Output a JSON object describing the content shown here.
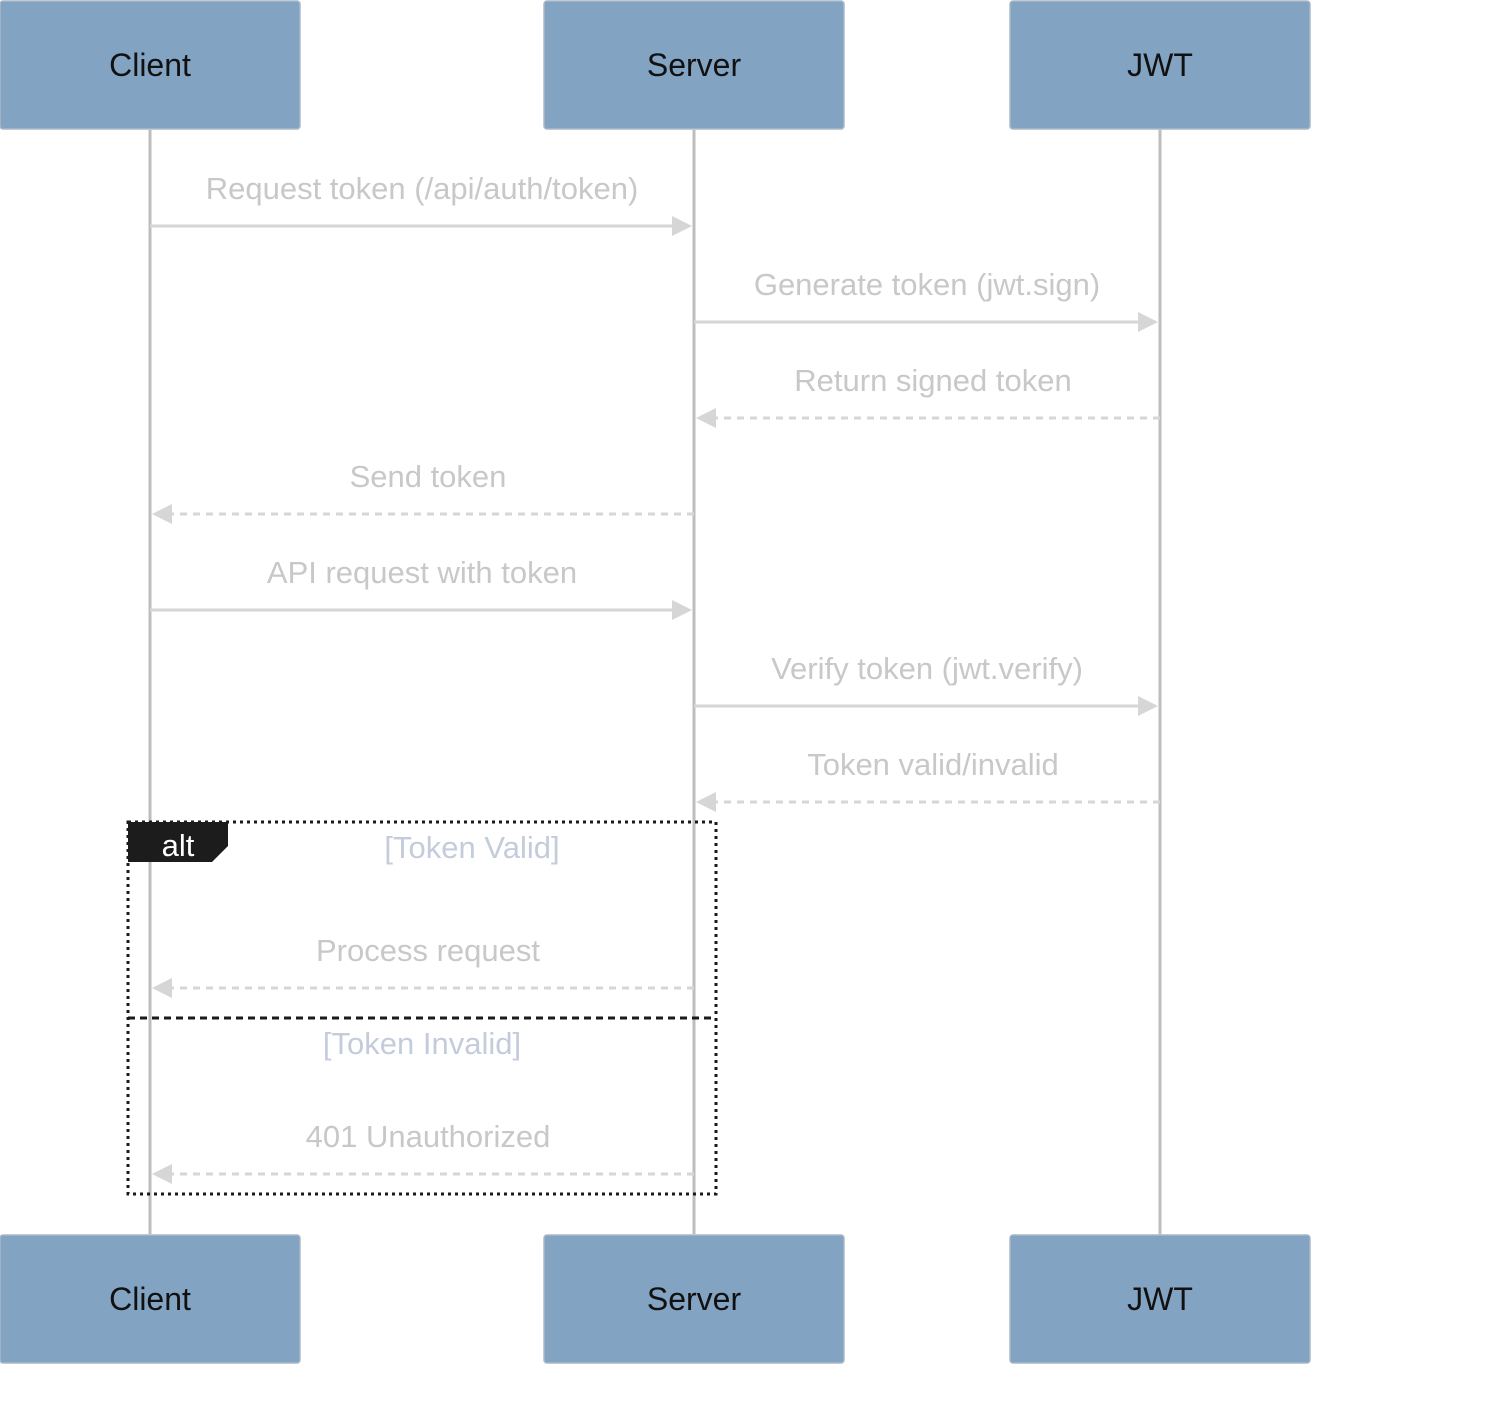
{
  "participants": [
    {
      "id": "client",
      "label": "Client"
    },
    {
      "id": "server",
      "label": "Server"
    },
    {
      "id": "jwt",
      "label": "JWT"
    }
  ],
  "messages": [
    {
      "from": "client",
      "to": "server",
      "text": "Request token (/api/auth/token)",
      "style": "solid"
    },
    {
      "from": "server",
      "to": "jwt",
      "text": "Generate token (jwt.sign)",
      "style": "solid"
    },
    {
      "from": "jwt",
      "to": "server",
      "text": "Return signed token",
      "style": "dashed"
    },
    {
      "from": "server",
      "to": "client",
      "text": "Send token",
      "style": "dashed"
    },
    {
      "from": "client",
      "to": "server",
      "text": "API request with token",
      "style": "solid"
    },
    {
      "from": "server",
      "to": "jwt",
      "text": "Verify token (jwt.verify)",
      "style": "solid"
    },
    {
      "from": "jwt",
      "to": "server",
      "text": "Token valid/invalid",
      "style": "dashed"
    }
  ],
  "alt_block": {
    "label": "alt",
    "sections": [
      {
        "guard": "[Token Valid]",
        "messages": [
          {
            "from": "server",
            "to": "client",
            "text": "Process request",
            "style": "dashed"
          }
        ]
      },
      {
        "guard": "[Token Invalid]",
        "messages": [
          {
            "from": "server",
            "to": "client",
            "text": "401 Unauthorized",
            "style": "dashed"
          }
        ]
      }
    ]
  },
  "colors": {
    "actor_fill": "#82a3c2",
    "lifeline": "#bdbdbd",
    "message": "#d6d6d6",
    "message_text": "#c8c8c8",
    "guard_text": "#c4ccdc",
    "frame": "#1a1a1a"
  }
}
